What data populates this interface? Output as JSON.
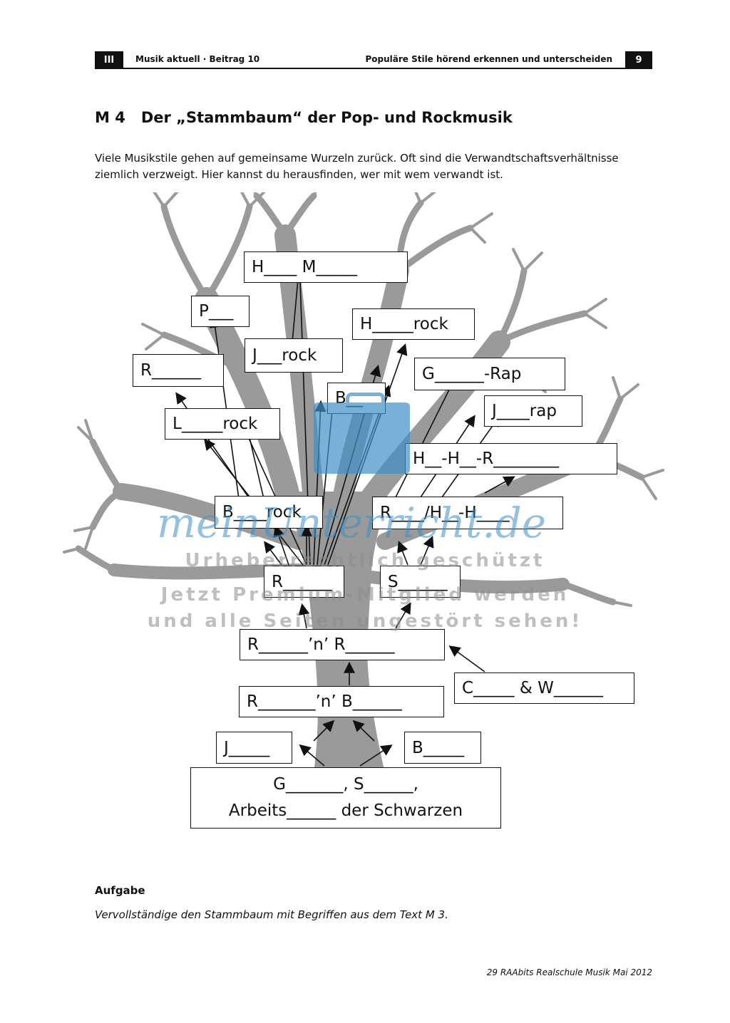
{
  "header": {
    "section": "III",
    "series": "Musik aktuell · Beitrag 10",
    "topic": "Populäre Stile hörend erkennen und unterscheiden",
    "page": "9"
  },
  "title": {
    "label": "M 4",
    "text": "Der „Stammbaum“ der Pop- und Rockmusik"
  },
  "intro": "Viele Musikstile gehen auf gemeinsame Wurzeln zurück. Oft sind die Verwandtschaftsverhältnisse ziemlich verzweigt. Hier kannst du herausfinden, wer mit wem verwandt ist.",
  "boxes": {
    "heavy_metal": "H____ M_____",
    "pop": "P___",
    "hardrock": "H_____rock",
    "jazzrock": "J___rock",
    "rock_top": "R______",
    "grunge_rap": "G______-Rap",
    "blues_top": "B__",
    "jazzrap": "J____rap",
    "latinrock": "L_____rock",
    "hiphop_rap": "H__-H__-R________",
    "bluesrock": "B____rock",
    "rnb_hiphop": "R____/H__-H____",
    "rock": "R______",
    "soul": "S______",
    "rock_n_roll": "R______’n’ R______",
    "country_western": "C_____ & W______",
    "rhythm_n_blues": "R_______’n’ B______",
    "jazz": "J_____",
    "blues": "B_____",
    "roots_line1": "G_______, S______,",
    "roots_line2": "Arbeits______  der Schwarzen"
  },
  "watermark": {
    "brand": "meinUnterricht.de",
    "line1": "Urheberrechtlich geschützt",
    "line2": "Jetzt Premium-Mitglied werden",
    "line3": "und alle Seiten ungestört sehen!"
  },
  "task": {
    "heading": "Aufgabe",
    "text": "Vervollständige den Stammbaum mit Begriffen aus dem Text M 3."
  },
  "footer": "29 RAAbits Realschule Musik Mai 2012",
  "colors": {
    "tree": "#9a9a9a",
    "watermark_blue": "#3f8fc7",
    "watermark_gray": "#8c8c8c"
  }
}
